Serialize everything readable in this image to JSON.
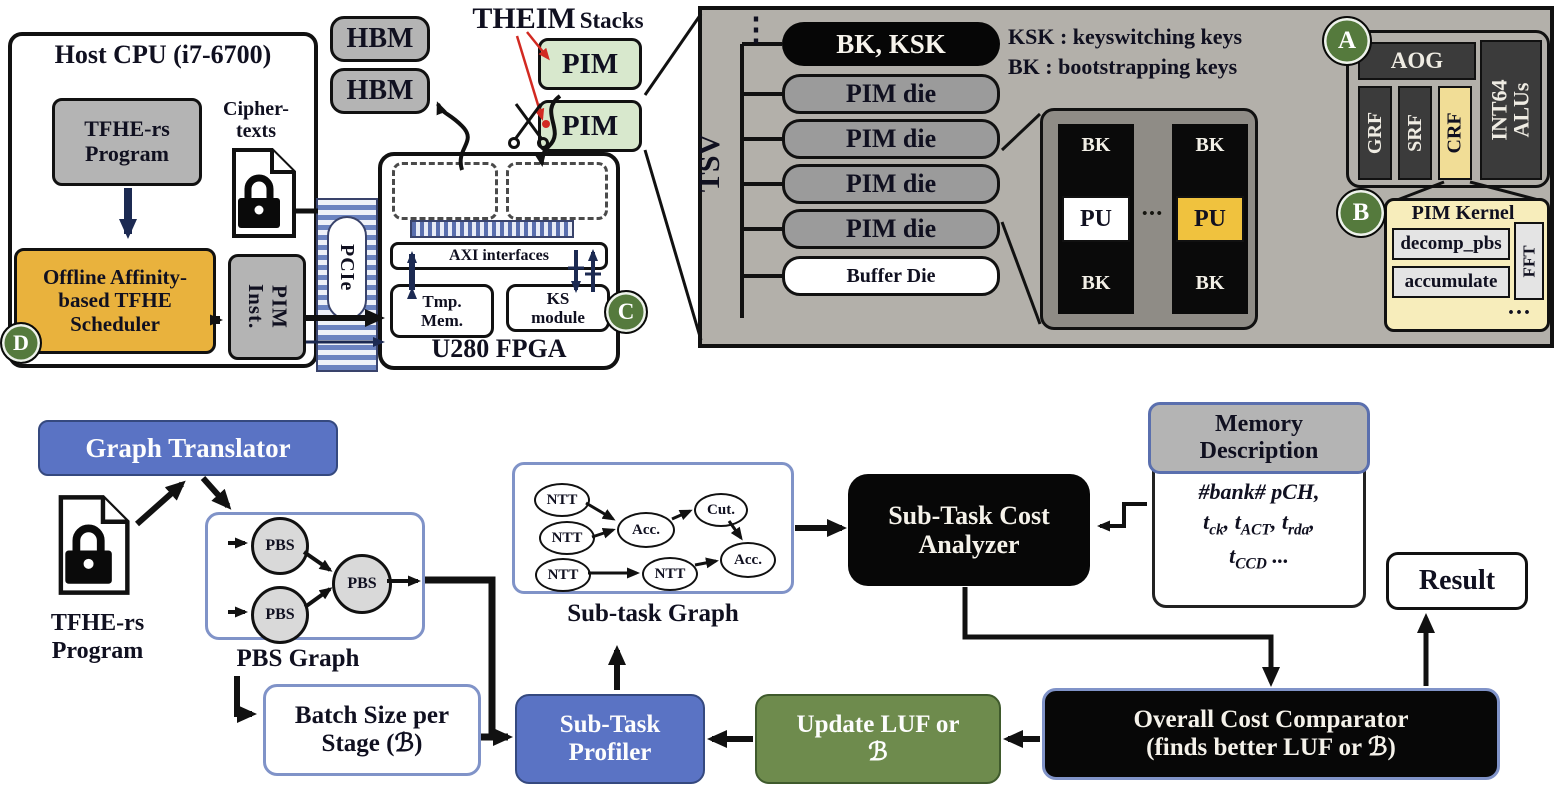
{
  "badges": {
    "a": "A",
    "b": "B",
    "c": "C",
    "d": "D"
  },
  "colors": {
    "accent_blue": "#5a73c4",
    "accent_yellow": "#e9b23d",
    "accent_green": "#6e8b4d",
    "badge_green": "#557a3d",
    "pim_green": "#d8e8cd",
    "panel_gray": "#b3b0aa",
    "pu_yellow": "#f0c23e",
    "kernel_yellow": "#f7edbb",
    "black_box": "#070707",
    "navy_arrow": "#1c2a52"
  },
  "top": {
    "host_cpu": {
      "title": "Host CPU (i7-6700)",
      "program": "TFHE-rs Program",
      "ciphertexts": "Cipher-texts",
      "scheduler": "Offline Affinity-based TFHE Scheduler",
      "pim_inst": "PIM\nInst."
    },
    "hbm": "HBM",
    "theim_label": "THEIM",
    "theim_stacks": "Stacks",
    "pim": "PIM",
    "pcie": "PCIe",
    "fpga": {
      "axi": "AXI interfaces",
      "tmp_mem": "Tmp. Mem.",
      "ks": "KS module",
      "name": "U280 FPGA"
    }
  },
  "panel": {
    "ellipsis": "⋮",
    "tsv": "TSV",
    "bk_ksk": "BK, KSK",
    "dies": [
      "PIM die",
      "PIM die",
      "PIM die",
      "PIM die"
    ],
    "buffer_die": "Buffer Die",
    "legend_ksk": "KSK : keyswitching keys",
    "legend_bk": "BK : bootstrapping keys",
    "bk": "BK",
    "pu": "PU",
    "dots": "•••",
    "aog": "AOG",
    "grf": "GRF",
    "srf": "SRF",
    "crf": "CRF",
    "int64": "INT64\nALUs",
    "kernel_title": "PIM Kernel",
    "decomp": "decomp_pbs",
    "accumulate": "accumulate",
    "fft": "FFT",
    "kernel_dots": "..."
  },
  "flow": {
    "graph_translator": "Graph Translator",
    "tfhe_program": "TFHE-rs Program",
    "pbs": "PBS",
    "pbs_graph": "PBS Graph",
    "batch": "Batch Size per Stage (ℬ)",
    "profiler": "Sub-Task Profiler",
    "ntt": "NTT",
    "acc": "Acc.",
    "cut": "Cut.",
    "subtask_graph": "Sub-task Graph",
    "analyzer": "Sub-Task Cost Analyzer",
    "memory_title": "Memory Description",
    "memory_lines": [
      "#bank# pCH,",
      "t_{ck}, t_{ACT}, t_{rda},",
      "t_{CCD} ..."
    ],
    "update": "Update LUF or ℬ",
    "comparator_line1": "Overall Cost Comparator",
    "comparator_line2": "(finds better LUF or ℬ)",
    "result": "Result"
  }
}
